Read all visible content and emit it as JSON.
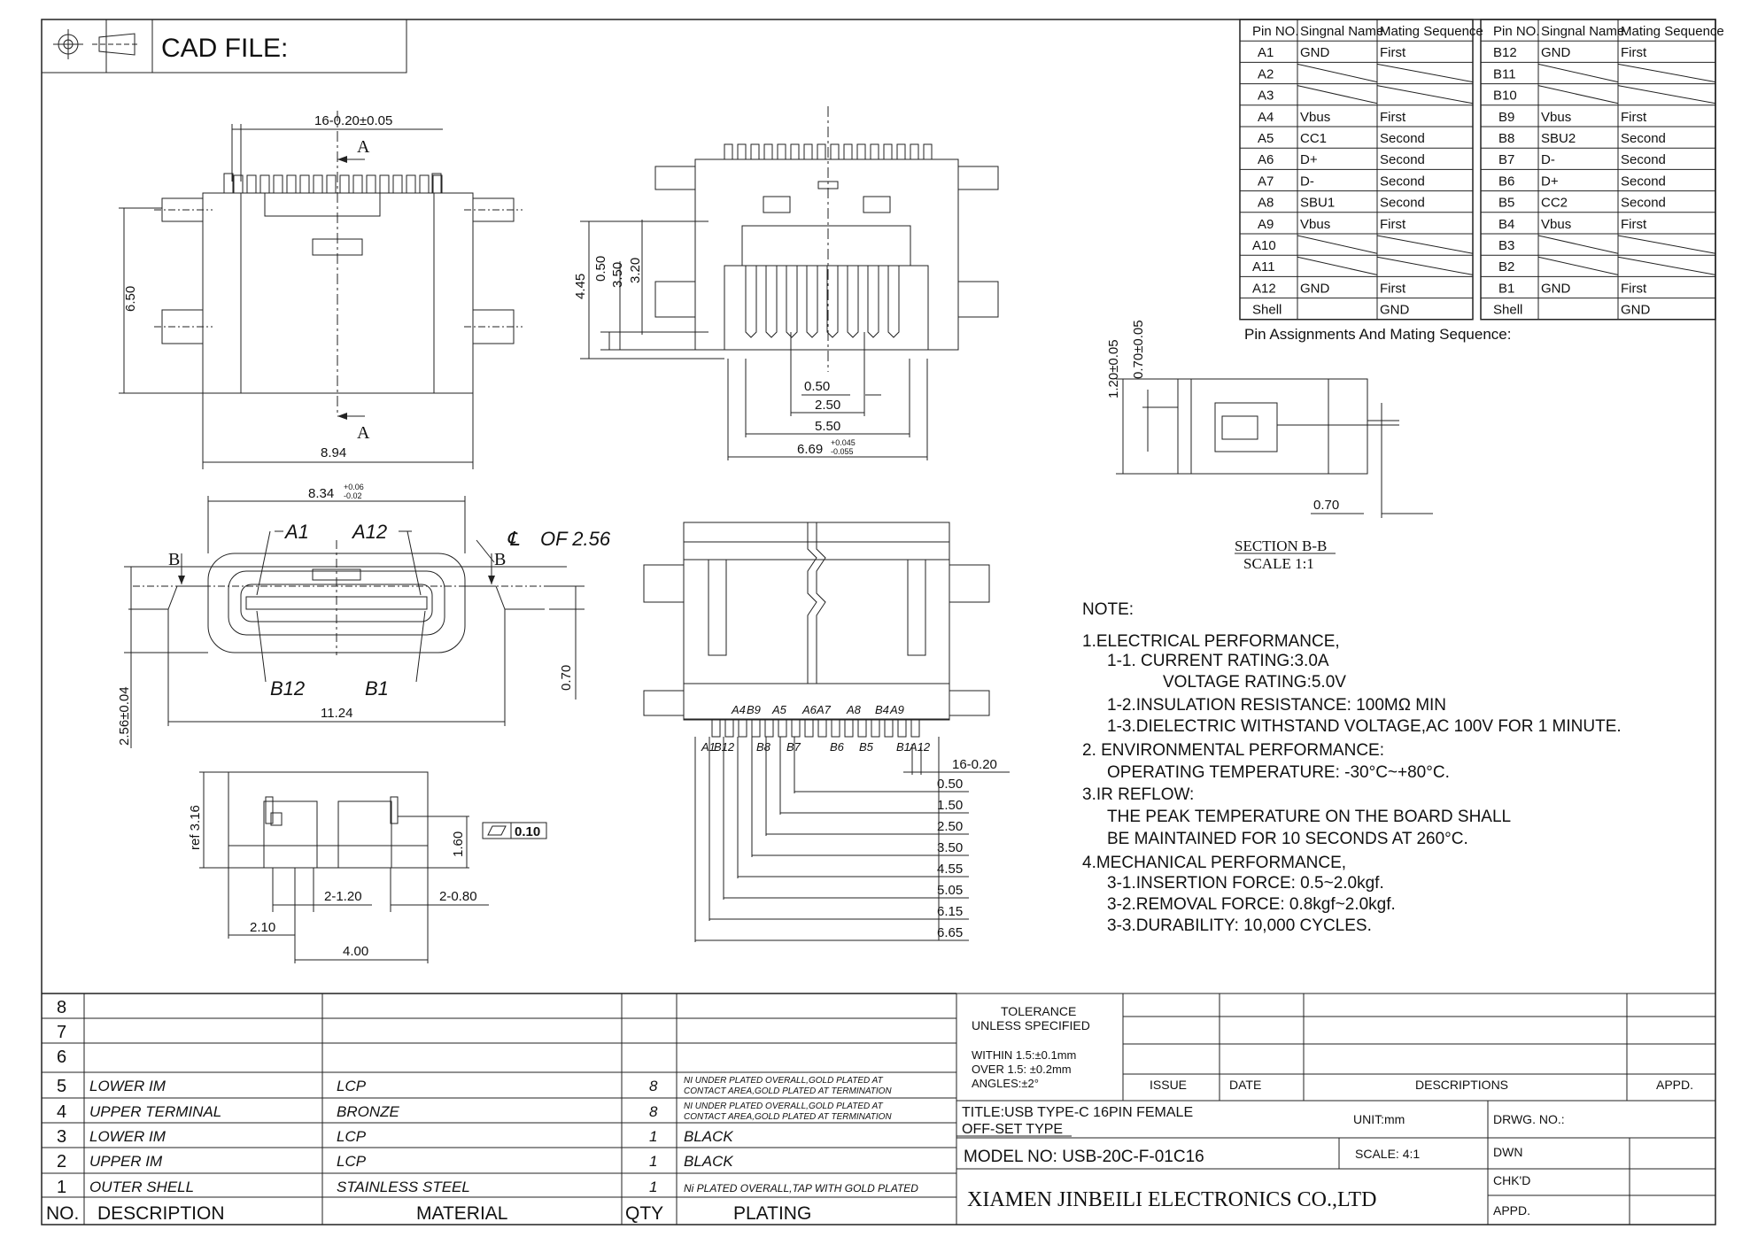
{
  "header": {
    "cad_file_label": "CAD FILE:"
  },
  "pin_table": {
    "columns": [
      "Pin NO.",
      "Singnal Name",
      "Mating Sequence",
      "Pin NO.",
      "Singnal Name",
      "Mating Sequence"
    ],
    "rows": [
      [
        "A1",
        "GND",
        "First",
        "B12",
        "GND",
        "First"
      ],
      [
        "A2",
        "",
        "",
        "B11",
        "",
        ""
      ],
      [
        "A3",
        "",
        "",
        "B10",
        "",
        ""
      ],
      [
        "A4",
        "Vbus",
        "First",
        "B9",
        "Vbus",
        "First"
      ],
      [
        "A5",
        "CC1",
        "Second",
        "B8",
        "SBU2",
        "Second"
      ],
      [
        "A6",
        "D+",
        "Second",
        "B7",
        "D-",
        "Second"
      ],
      [
        "A7",
        "D-",
        "Second",
        "B6",
        "D+",
        "Second"
      ],
      [
        "A8",
        "SBU1",
        "Second",
        "B5",
        "CC2",
        "Second"
      ],
      [
        "A9",
        "Vbus",
        "First",
        "B4",
        "Vbus",
        "First"
      ],
      [
        "A10",
        "",
        "",
        "B3",
        "",
        ""
      ],
      [
        "A11",
        "",
        "",
        "B2",
        "",
        ""
      ],
      [
        "A12",
        "GND",
        "First",
        "B1",
        "GND",
        "First"
      ],
      [
        "Shell",
        "",
        "GND",
        "Shell",
        "",
        "GND"
      ]
    ],
    "caption": "Pin Assignments And Mating Sequence:"
  },
  "views": {
    "top": {
      "dim_pitch": "16-0.20±0.05",
      "dim_height": "6.50",
      "dim_width": "8.94",
      "section_mark": "A"
    },
    "front": {
      "dims_v": [
        "4.45",
        "0.50",
        "3.50",
        "3.20"
      ],
      "dims_h": [
        "0.50",
        "2.50",
        "5.50",
        "6.69"
      ],
      "tol_669": [
        "+0.045",
        "-0.055"
      ]
    },
    "section_bb": {
      "dims_v": [
        "1.20±0.05",
        "0.70±0.05"
      ],
      "dim_h": "0.70",
      "title": "SECTION B-B",
      "scale": "SCALE 1:1"
    },
    "mating_face": {
      "dim_top": "8.34",
      "tol_834": [
        "+0.06",
        "-0.02"
      ],
      "labels": [
        "A1",
        "A12",
        "B12",
        "B1",
        "B",
        "B"
      ],
      "centerline": "OF 2.56",
      "dim_width": "11.24",
      "dim_height": "2.56±0.04",
      "dim_070": "0.70"
    },
    "side": {
      "dims": [
        "ref 3.16",
        "1.60",
        "2-1.20",
        "2-0.80",
        "2.10",
        "4.00"
      ],
      "flatness": "0.10"
    },
    "bottom": {
      "pin_labels_top": [
        "A4",
        "B9",
        "A5",
        "A6",
        "A7",
        "A8",
        "B4",
        "A9"
      ],
      "pin_labels_bottom": [
        "A1",
        "B12",
        "B8",
        "B7",
        "B6",
        "B5",
        "B1",
        "A12"
      ],
      "dims": [
        "16-0.20",
        "0.50",
        "1.50",
        "2.50",
        "3.50",
        "4.55",
        "5.05",
        "6.15",
        "6.65"
      ]
    }
  },
  "notes": {
    "title": "NOTE:",
    "lines": [
      "1.ELECTRICAL PERFORMANCE,",
      "1-1. CURRENT RATING:3.0A",
      "VOLTAGE RATING:5.0V",
      "1-2.INSULATION RESISTANCE: 100MΩ  MIN",
      "1-3.DIELECTRIC WITHSTAND VOLTAGE,AC 100V FOR 1 MINUTE.",
      "2. ENVIRONMENTAL PERFORMANCE:",
      "OPERATING TEMPERATURE: -30°C~+80°C.",
      "3.IR REFLOW:",
      "THE PEAK TEMPERATURE ON THE BOARD SHALL",
      "BE MAINTAINED FOR 10 SECONDS AT 260°C.",
      "4.MECHANICAL PERFORMANCE,",
      "3-1.INSERTION FORCE: 0.5~2.0kgf.",
      "3-2.REMOVAL FORCE: 0.8kgf~2.0kgf.",
      "3-3.DURABILITY: 10,000 CYCLES."
    ]
  },
  "bom": {
    "row_numbers": [
      "8",
      "7",
      "6",
      "5",
      "4",
      "3",
      "2",
      "1"
    ],
    "items": [
      {
        "no": "5",
        "desc": "LOWER IM",
        "material": "LCP",
        "qty": "8",
        "plating": [
          "NI UNDER PLATED OVERALL,GOLD PLATED AT",
          "CONTACT AREA,GOLD PLATED AT TERMINATION"
        ]
      },
      {
        "no": "4",
        "desc": "UPPER TERMINAL",
        "material": "BRONZE",
        "qty": "8",
        "plating": [
          "NI UNDER PLATED OVERALL,GOLD PLATED AT",
          "CONTACT AREA,GOLD PLATED AT TERMINATION"
        ]
      },
      {
        "no": "3",
        "desc": "LOWER IM",
        "material": "LCP",
        "qty": "1",
        "plating": [
          "BLACK"
        ]
      },
      {
        "no": "2",
        "desc": "UPPER IM",
        "material": "LCP",
        "qty": "1",
        "plating": [
          "BLACK"
        ]
      },
      {
        "no": "1",
        "desc": "OUTER SHELL",
        "material": "STAINLESS STEEL",
        "qty": "1",
        "plating": [
          "Ni PLATED OVERALL,TAP WITH GOLD PLATED"
        ]
      }
    ],
    "headers": {
      "no": "NO.",
      "desc": "DESCRIPTION",
      "material": "MATERIAL",
      "qty": "QTY",
      "plating": "PLATING"
    }
  },
  "title_block": {
    "tolerance": [
      "TOLERANCE",
      "UNLESS SPECIFIED"
    ],
    "tol_values": [
      "WITHIN 1.5:±0.1mm",
      "OVER 1.5:  ±0.2mm",
      "ANGLES:±2°"
    ],
    "issue": "ISSUE",
    "date": "DATE",
    "descriptions": "DESCRIPTIONS",
    "appd": "APPD.",
    "title": [
      "TITLE:USB TYPE-C 16PIN FEMALE",
      "OFF-SET TYPE"
    ],
    "unit": "UNIT:mm",
    "drwg_no": "DRWG. NO.:",
    "model": "MODEL NO: USB-20C-F-01C16",
    "scale": "SCALE: 4:1",
    "dwn": "DWN",
    "chkd": "CHK'D",
    "appd2": "APPD.",
    "company": "XIAMEN JINBEILI ELECTRONICS CO.,LTD"
  }
}
